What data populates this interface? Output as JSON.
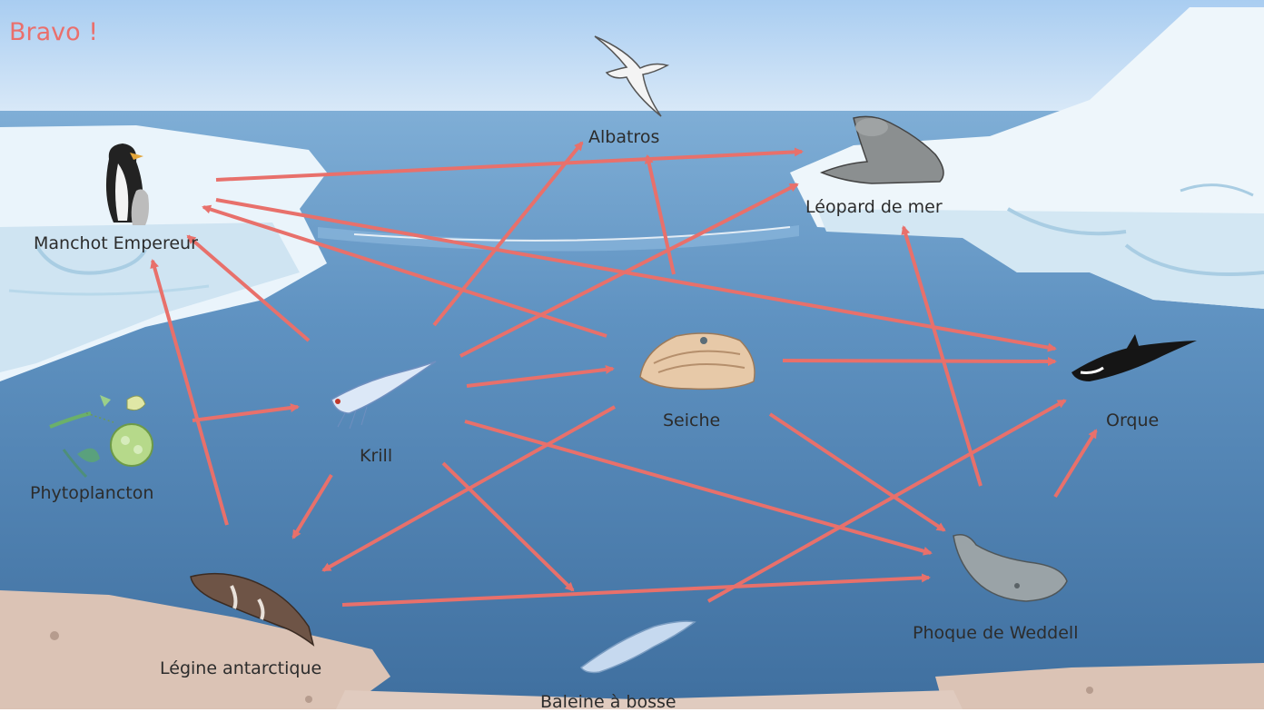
{
  "status": {
    "message": "Bravo !"
  },
  "species": {
    "albatros": "Albatros",
    "leopard": "Léopard de mer",
    "manchot": "Manchot Empereur",
    "phyto": "Phytoplancton",
    "krill": "Krill",
    "seiche": "Seiche",
    "orque": "Orque",
    "legine": "Légine antarctique",
    "phoque": "Phoque de Weddell",
    "baleine": "Baleine à bosse"
  },
  "colors": {
    "arrow": "#e8706b",
    "sky": "#b4d3f0",
    "sea": "#5f8fbd",
    "ice": "#eef6fb",
    "seabed": "#d9c1b3"
  }
}
